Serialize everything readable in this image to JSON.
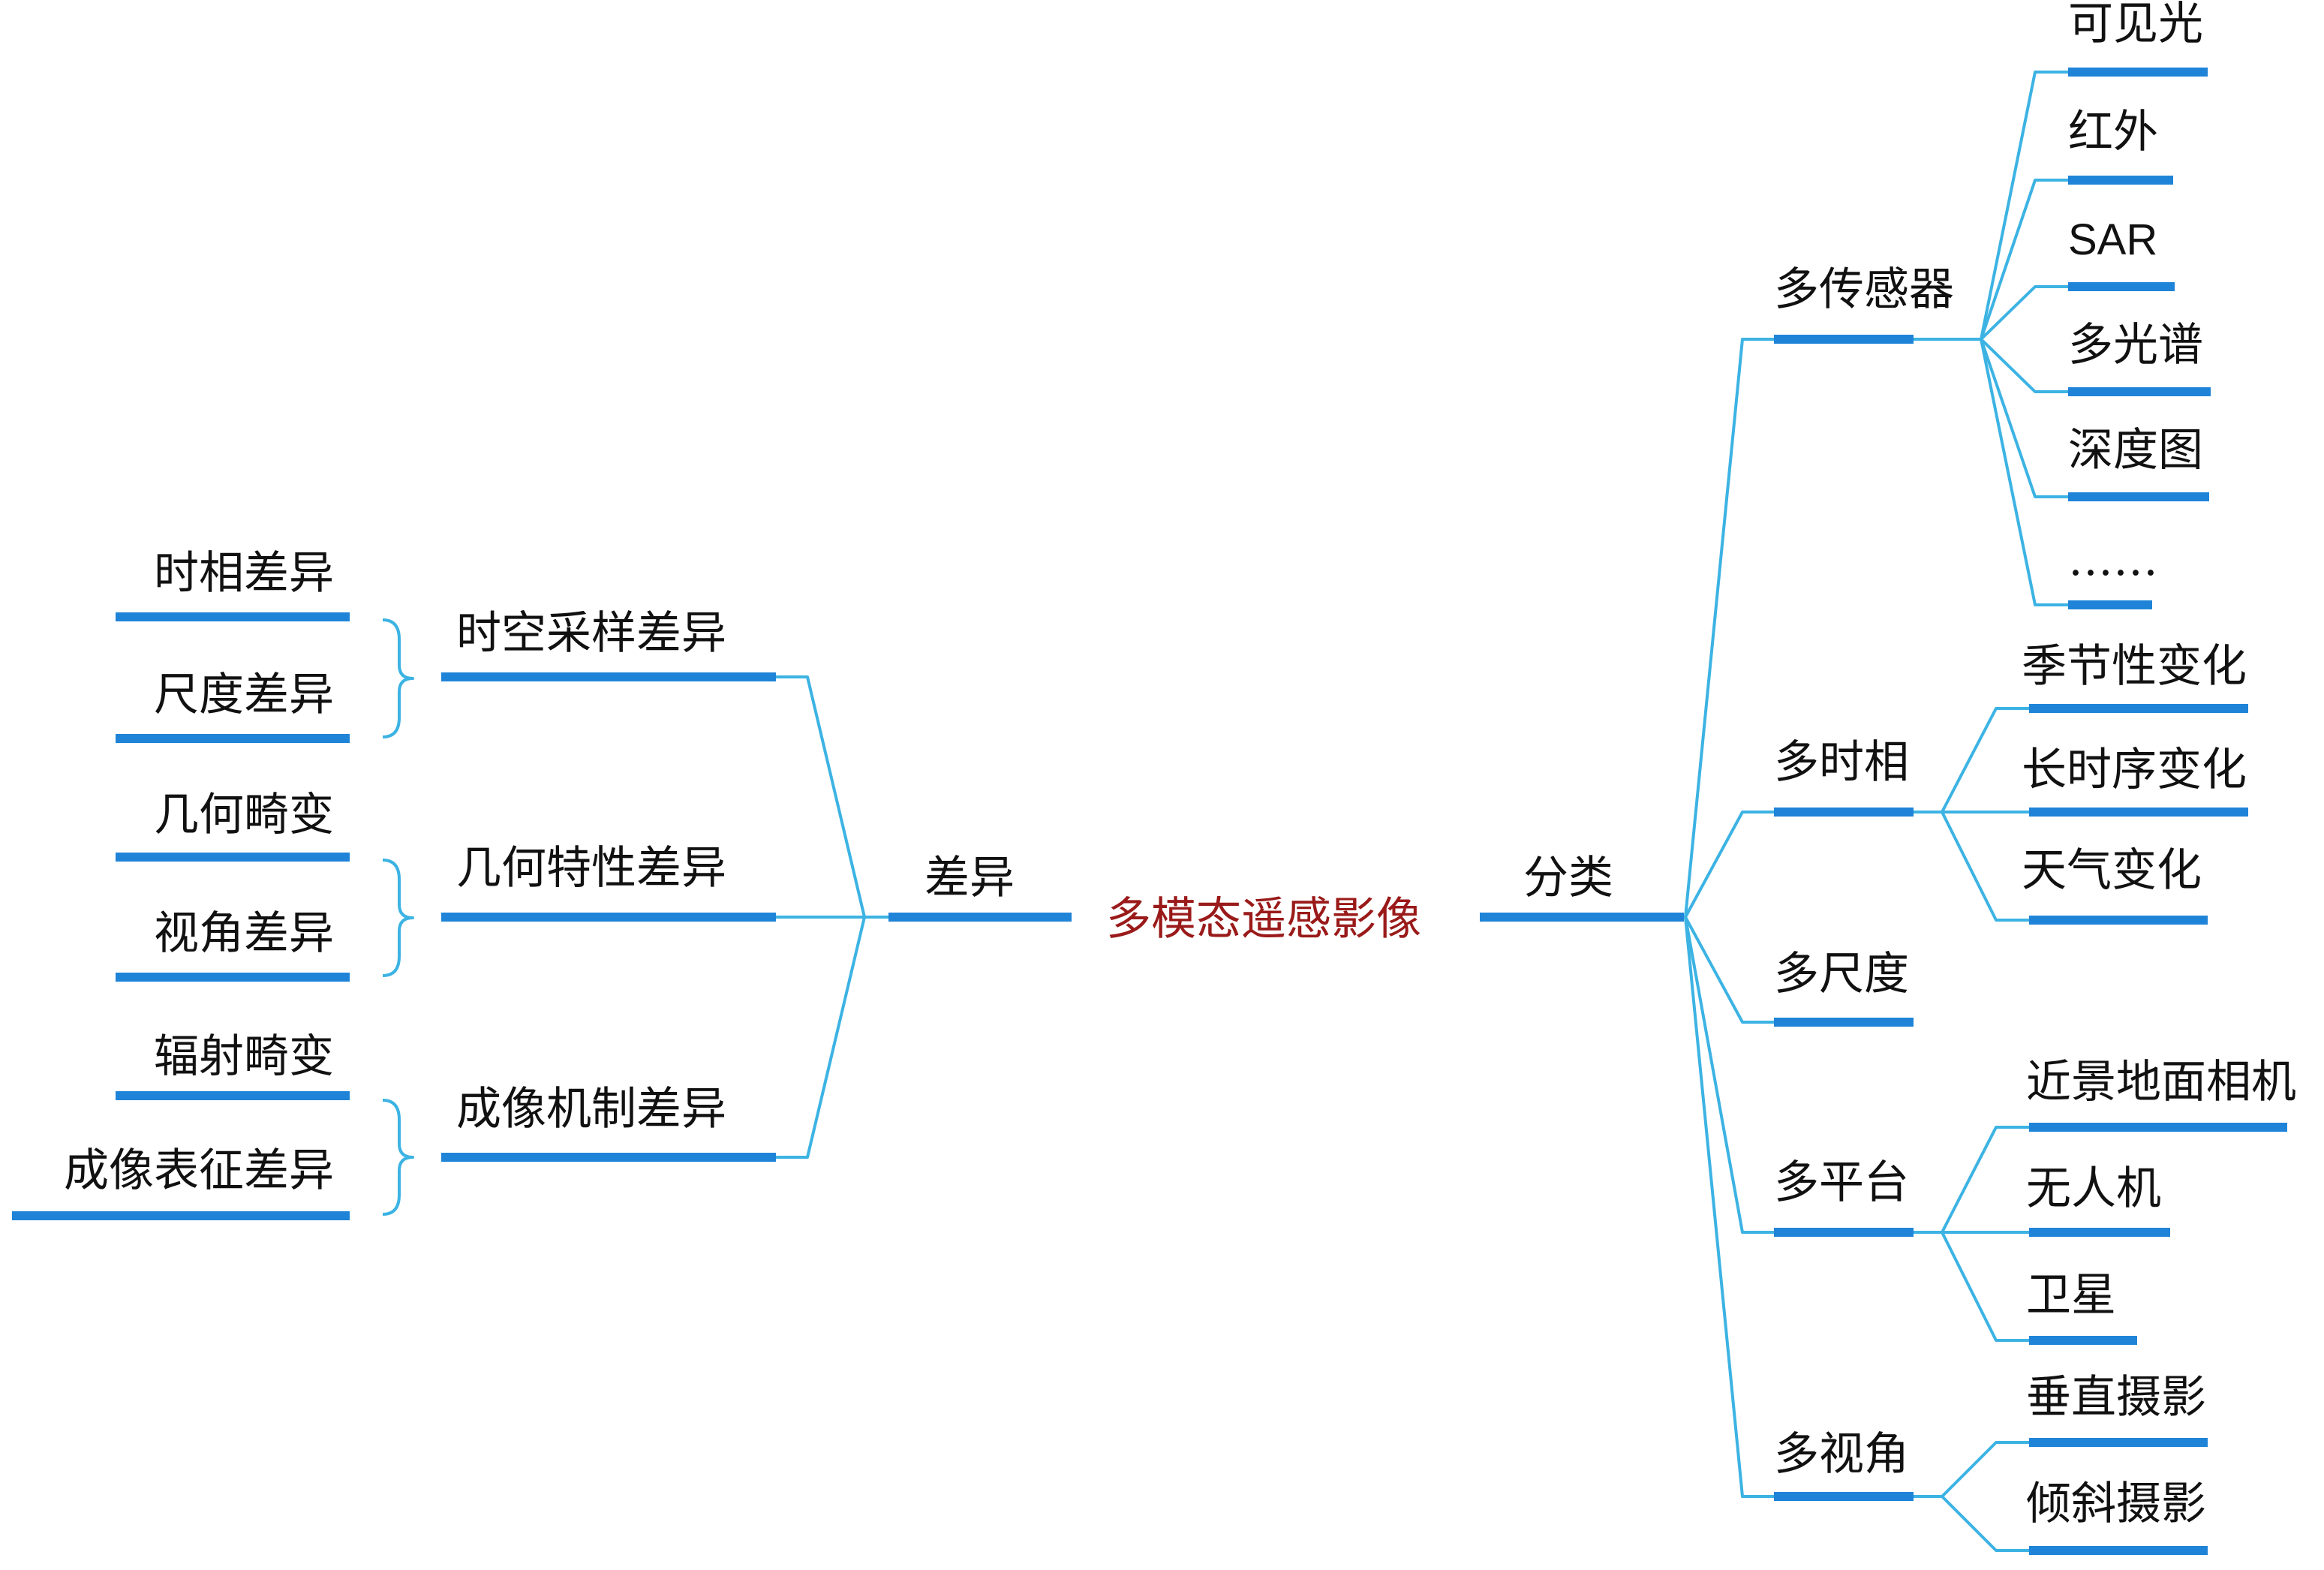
{
  "colors": {
    "underline": "#1f84d8",
    "connector": "#3cb3e3",
    "text": "#111111",
    "center_text": "#9a1a1a"
  },
  "center": {
    "label": "多模态遥感影像"
  },
  "left": {
    "label": "差异",
    "groups": [
      {
        "label": "时空采样差异",
        "items": [
          "时相差异",
          "尺度差异"
        ]
      },
      {
        "label": "几何特性差异",
        "items": [
          "几何畸变",
          "视角差异"
        ]
      },
      {
        "label": "成像机制差异",
        "items": [
          "辐射畸变",
          "成像表征差异"
        ]
      }
    ]
  },
  "right": {
    "label": "分类",
    "groups": [
      {
        "label": "多传感器",
        "items": [
          "可见光",
          "红外",
          "SAR",
          "多光谱",
          "深度图",
          "……"
        ]
      },
      {
        "label": "多时相",
        "items": [
          "季节性变化",
          "长时序变化",
          "天气变化"
        ]
      },
      {
        "label": "多尺度",
        "items": []
      },
      {
        "label": "多平台",
        "items": [
          "近景地面相机",
          "无人机",
          "卫星"
        ]
      },
      {
        "label": "多视角",
        "items": [
          "垂直摄影",
          "倾斜摄影"
        ]
      }
    ]
  }
}
